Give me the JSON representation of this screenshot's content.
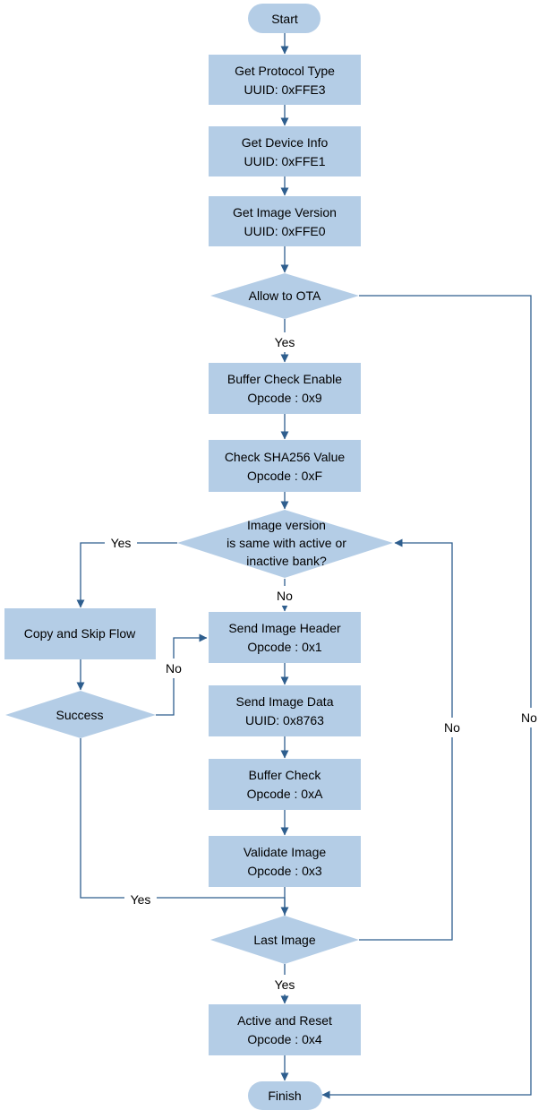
{
  "nodes": {
    "start": [
      "Start"
    ],
    "get_protocol": [
      "Get Protocol Type",
      "UUID: 0xFFE3"
    ],
    "get_device": [
      "Get Device Info",
      "UUID: 0xFFE1"
    ],
    "get_image_version": [
      "Get Image Version",
      "UUID: 0xFFE0"
    ],
    "allow_ota": [
      "Allow to OTA"
    ],
    "buffer_enable": [
      "Buffer Check Enable",
      "Opcode : 0x9"
    ],
    "check_sha": [
      "Check SHA256 Value",
      "Opcode : 0xF"
    ],
    "image_same": [
      "Image version",
      "is same with active or",
      "inactive bank?"
    ],
    "copy_skip": [
      "Copy and Skip Flow"
    ],
    "success": [
      "Success"
    ],
    "send_header": [
      "Send Image Header",
      "Opcode : 0x1"
    ],
    "send_data": [
      "Send Image Data",
      "UUID: 0x8763"
    ],
    "buffer_check": [
      "Buffer Check",
      "Opcode : 0xA"
    ],
    "validate": [
      "Validate Image",
      "Opcode : 0x3"
    ],
    "last_image": [
      "Last Image"
    ],
    "active_reset": [
      "Active and Reset",
      "Opcode : 0x4"
    ],
    "finish": [
      "Finish"
    ]
  },
  "edge_labels": {
    "allow_yes": "Yes",
    "allow_no": "No",
    "same_yes": "Yes",
    "same_no": "No",
    "success_no": "No",
    "success_yes": "Yes",
    "last_no": "No",
    "last_yes": "Yes"
  },
  "colors": {
    "shape_fill": "#b4cde6",
    "connector": "#2e5e8e"
  }
}
